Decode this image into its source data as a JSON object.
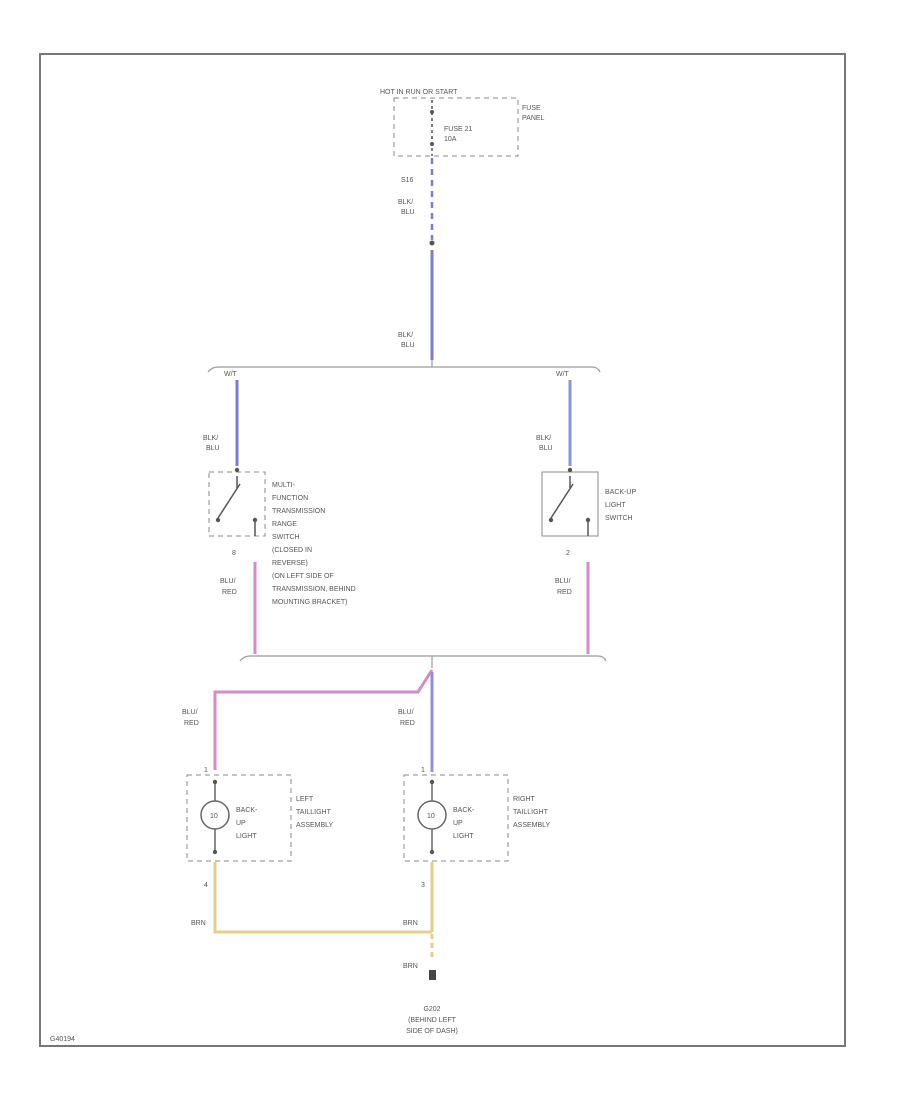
{
  "colors": {
    "blk_blu": "#7b7bd6",
    "blu_red": "#d78ac9",
    "brn": "#e3cf8a",
    "frame": "#777777",
    "text": "#555555"
  },
  "diagram_id": "G40194",
  "fuse_panel": {
    "header": "HOT IN RUN OR START",
    "fuse": [
      "FUSE 21",
      "10A"
    ],
    "panel": [
      "FUSE",
      "PANEL"
    ],
    "pin": "S16"
  },
  "wires": {
    "blk_blu": [
      "BLK/",
      "BLU"
    ],
    "blu_red": [
      "BLU/",
      "RED"
    ],
    "brn": "BRN"
  },
  "splices": {
    "top_left": "W/T",
    "top_right": "W/T"
  },
  "mfts": {
    "pin": "8",
    "label": [
      "MULTI-",
      "FUNCTION",
      "TRANSMISSION",
      "RANGE",
      "SWITCH",
      "(CLOSED IN",
      "REVERSE)",
      "(ON LEFT SIDE OF",
      "TRANSMISSION, BEHIND",
      "MOUNTING BRACKET)"
    ]
  },
  "backup_switch": {
    "pin": "2",
    "label": [
      "BACK-UP",
      "LIGHT",
      "SWITCH"
    ]
  },
  "left_taillight": {
    "pin_top": "1",
    "pin_bottom": "4",
    "bulb": [
      "BACK-",
      "UP",
      "LIGHT"
    ],
    "label": [
      "LEFT",
      "TAILLIGHT",
      "ASSEMBLY"
    ]
  },
  "right_taillight": {
    "pin_top": "1",
    "pin_bottom": "3",
    "bulb": [
      "BACK-",
      "UP",
      "LIGHT"
    ],
    "label": [
      "RIGHT",
      "TAILLIGHT",
      "ASSEMBLY"
    ]
  },
  "ground": {
    "label": [
      "G202",
      "(BEHIND LEFT",
      "SIDE OF DASH)"
    ]
  }
}
